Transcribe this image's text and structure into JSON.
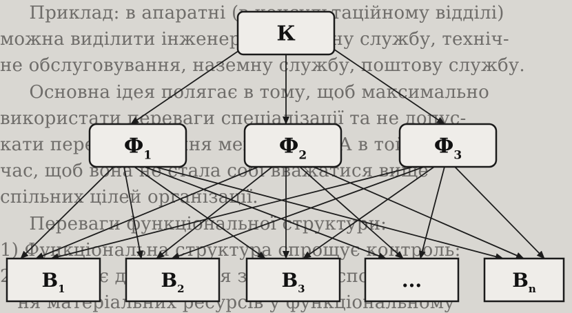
{
  "background_text": [
    "     Приклад: в апаратні (в консультаційному відділі)",
    "можна виділити інженерно-технічну службу, техніч-",
    "не обслуговування, наземну службу, поштову службу.",
    "     Основна ідея полягає в тому, щоб максимально",
    "використати переваги спеціалізації та не допус-",
    "кати перевантаження менеджера. А в той же",
    "час, щоб вона не стала собі вважатися вище",
    "спільних цілей організації.",
    "     Переваги функціональної структури:",
    "1) Функціональна структура спрощує контроль:",
    "2) зменшує дублювання зусиль на споживан-",
    "   ня матеріальних ресурсів у функціональному"
  ],
  "nodes": {
    "top": {
      "main": "К",
      "sub": ""
    },
    "functional": [
      {
        "main": "Ф",
        "sub": "1"
      },
      {
        "main": "Ф",
        "sub": "2"
      },
      {
        "main": "Ф",
        "sub": "3"
      }
    ],
    "bottom": [
      {
        "main": "В",
        "sub": "1"
      },
      {
        "main": "В",
        "sub": "2"
      },
      {
        "main": "В",
        "sub": "3"
      },
      {
        "main": "...",
        "sub": ""
      },
      {
        "main": "В",
        "sub": "n"
      }
    ]
  },
  "colors": {
    "box_fill": "#efede9",
    "line": "#1c1c1c",
    "background": "#d9d7d2"
  }
}
